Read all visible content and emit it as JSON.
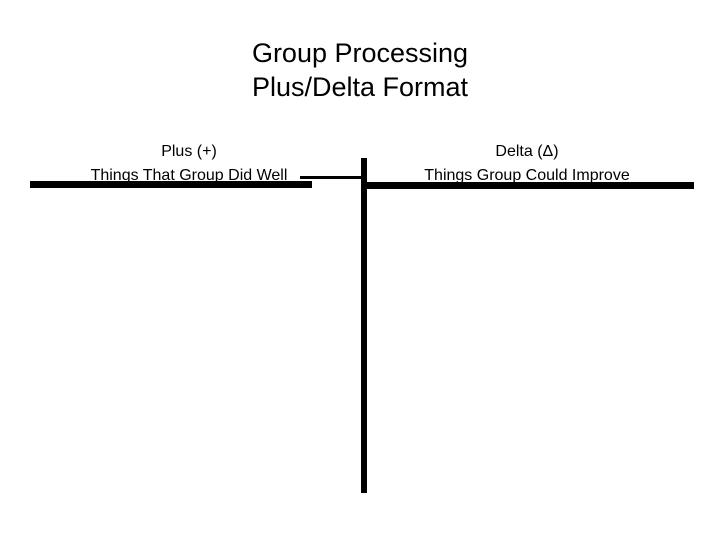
{
  "slide": {
    "background_color": "#ffffff",
    "text_color": "#000000"
  },
  "title": {
    "line1": "Group Processing",
    "line2": "Plus/Delta Format"
  },
  "columns": {
    "plus": {
      "heading": "Plus (+)",
      "subheading": "Things That Group Did Well"
    },
    "delta": {
      "heading": "Delta (Δ)",
      "subheading": "Things Group Could Improve"
    }
  },
  "dividers": {
    "horizontal_left": "horizontal-rule",
    "horizontal_left_thin": "horizontal-rule-thin",
    "horizontal_right": "horizontal-rule",
    "vertical": "vertical-rule"
  }
}
